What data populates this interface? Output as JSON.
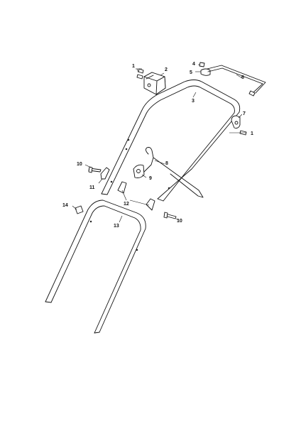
{
  "callouts": {
    "c1a": "1",
    "c1b": "1",
    "c2": "2",
    "c3": "3",
    "c4": "4",
    "c5": "5",
    "c6": "6",
    "c7": "7",
    "c8": "8",
    "c9": "9",
    "c10a": "10",
    "c10b": "10",
    "c11": "11",
    "c12": "12",
    "c13": "13",
    "c14": "14"
  },
  "colors": {
    "line": "#111111",
    "background": "#ffffff"
  }
}
